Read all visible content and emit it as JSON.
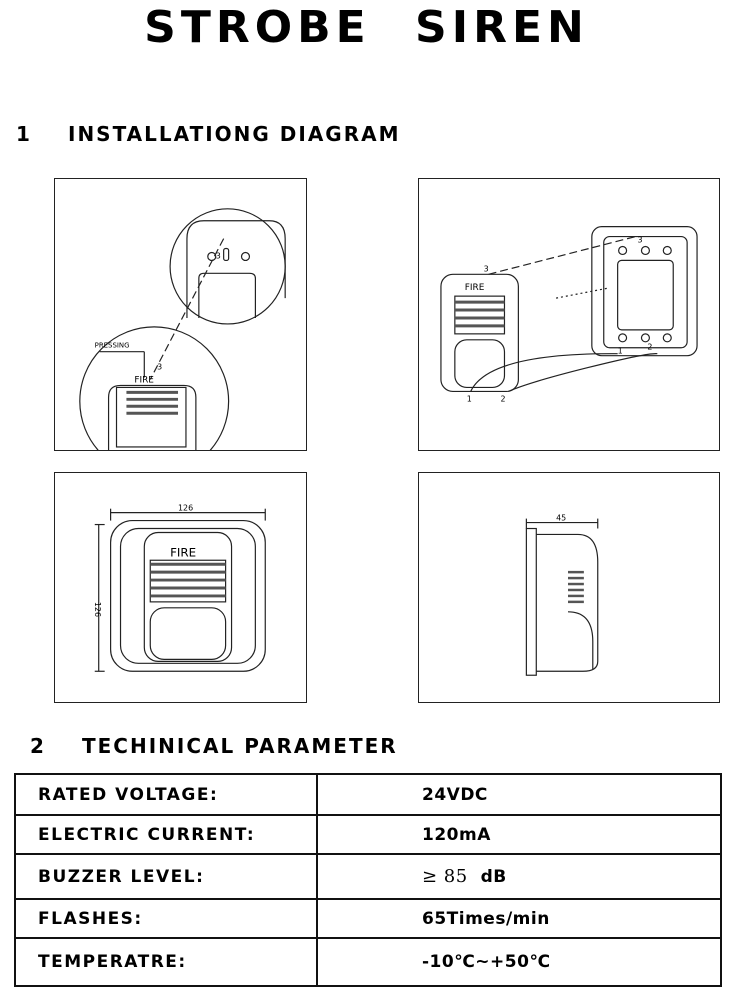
{
  "title": "STROBE SIREN",
  "section1": {
    "number": "1",
    "heading": "INSTALLATIONG DIAGRAM"
  },
  "diagrams": {
    "pressing_label": "PRESSING",
    "fire_label": "FIRE",
    "terminal_1": "1",
    "terminal_2": "2",
    "terminal_3": "3",
    "width_dim": "126",
    "height_dim": "126",
    "depth_dim": "45"
  },
  "section2": {
    "number": "2",
    "heading": "TECHINICAL PARAMETER"
  },
  "parameters": [
    {
      "label": "RATED VOLTAGE:",
      "value": "24VDC"
    },
    {
      "label": "ELECTRIC CURRENT:",
      "value": "120mA"
    },
    {
      "label": "BUZZER LEVEL:",
      "value_prefix": "≥ 85",
      "value": "dB"
    },
    {
      "label": "FLASHES:",
      "value": "65Times/min"
    },
    {
      "label": "TEMPERATRE:",
      "value": "-10℃~+50℃"
    }
  ]
}
